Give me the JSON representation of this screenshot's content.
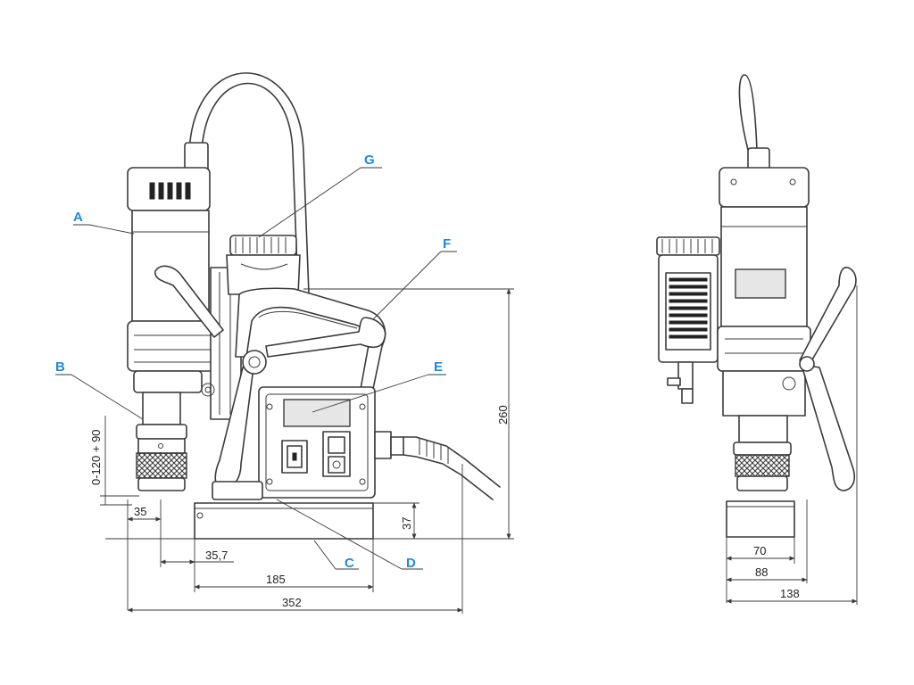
{
  "labels": {
    "a": "A",
    "b": "B",
    "c": "C",
    "d": "D",
    "e": "E",
    "f": "F",
    "g": "G"
  },
  "dimensions": {
    "stroke_range": "0-120 + 90",
    "offset_35": "35",
    "offset_35_7": "35,7",
    "base_185": "185",
    "overall_352": "352",
    "height_260": "260",
    "base_height_37": "37",
    "side_70": "70",
    "side_88": "88",
    "side_138": "138"
  },
  "colors": {
    "label": "#1f8ad8",
    "line": "#3a3a3a"
  }
}
